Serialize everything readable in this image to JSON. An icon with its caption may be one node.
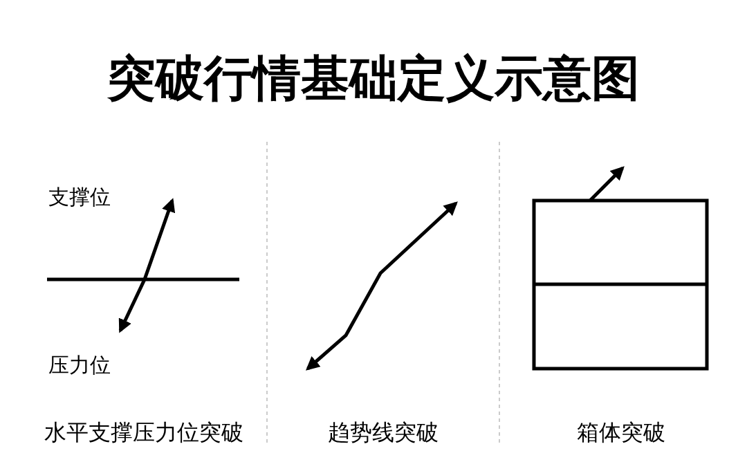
{
  "diagram": {
    "title": "突破行情基础定义示意图",
    "labels": [
      "支撑位",
      "压力位",
      "水平支撑压力位突破",
      "趋势线突破",
      "箱体突破"
    ]
  }
}
